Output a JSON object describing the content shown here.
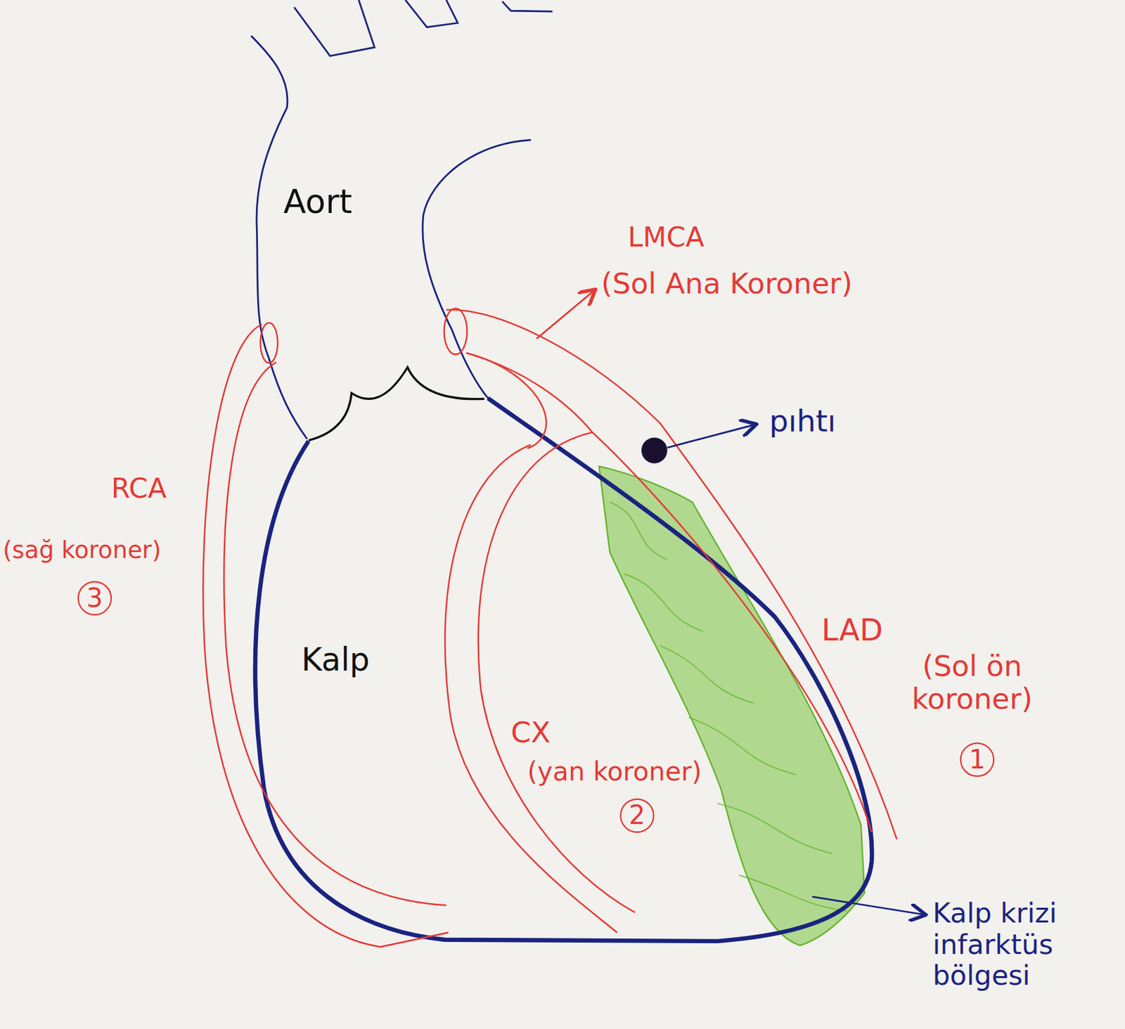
{
  "diagram": {
    "labels": [
      "Aort",
      "LMCA",
      "(Sol Ana Koroner)",
      "pıhtı",
      "RCA",
      "(sağ koroner)",
      "3",
      "Kalp",
      "LAD",
      "(Sol ön koroner)",
      "1",
      "CX",
      "(yan koroner)",
      "2",
      "Kalp krizi infarktüs bölgesi"
    ]
  }
}
